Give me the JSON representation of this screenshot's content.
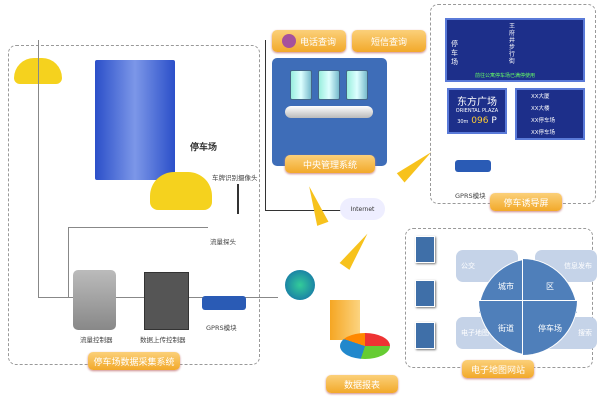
{
  "parking_lot": {
    "title": "停车场",
    "camera": "车牌识别摄像头",
    "probe": "流量探头",
    "flow_controller": "流量控制器",
    "upload_controller": "数据上传控制器",
    "gprs": "GPRS模块",
    "system_tag": "停车场数据采集系统"
  },
  "central": {
    "phone": "电话查询",
    "sms": "短信查询",
    "system_tag": "中央管理系统",
    "internet": "Internet"
  },
  "guidance": {
    "vertical_sign": "停车场",
    "street": "王府井步行街",
    "ticker": "前往公寓停车场已满停使用",
    "plaza_cn": "东方广场",
    "plaza_en": "ORIENTAL PLAZA",
    "distance": "30m",
    "spaces": "096",
    "p": "P",
    "directions": [
      "XX大厦",
      "XX大楼",
      "XX停车场",
      "XX停车场"
    ],
    "gprs": "GPRS模块",
    "system_tag": "停车诱导屏"
  },
  "report": {
    "tag": "数据报表"
  },
  "map_site": {
    "tag": "电子地图网站",
    "quadrants": [
      "城市",
      "区",
      "街道",
      "停车场"
    ],
    "pills": [
      "公交",
      "信息发布",
      "电子地图",
      "搜索"
    ]
  },
  "colors": {
    "accent": "#f2a92a",
    "panel": "#1d2f8a",
    "blue": "#4f7fba"
  }
}
